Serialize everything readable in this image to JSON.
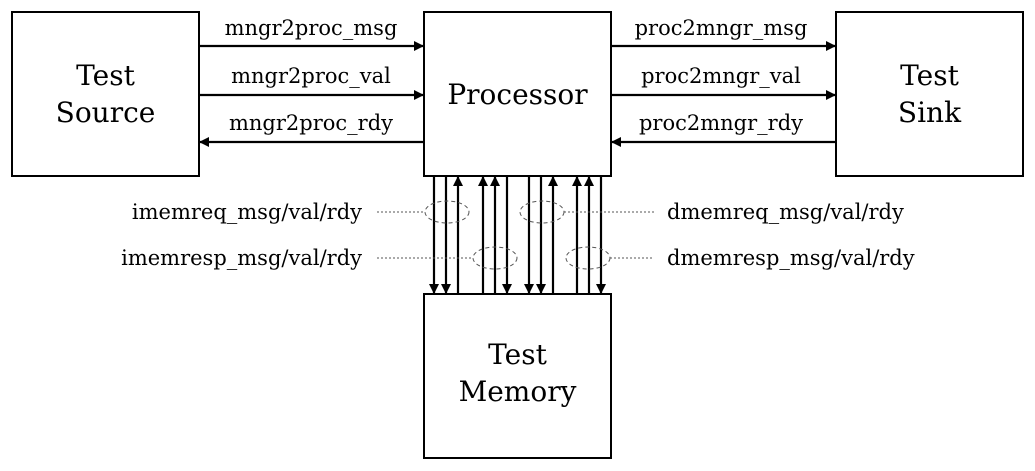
{
  "blocks": {
    "source": {
      "line1": "Test",
      "line2": "Source"
    },
    "processor": {
      "label": "Processor"
    },
    "sink": {
      "line1": "Test",
      "line2": "Sink"
    },
    "memory": {
      "line1": "Test",
      "line2": "Memory"
    }
  },
  "signals": {
    "mngr2proc_msg": "mngr2proc_msg",
    "mngr2proc_val": "mngr2proc_val",
    "mngr2proc_rdy": "mngr2proc_rdy",
    "proc2mngr_msg": "proc2mngr_msg",
    "proc2mngr_val": "proc2mngr_val",
    "proc2mngr_rdy": "proc2mngr_rdy",
    "imemreq": "imemreq_msg/val/rdy",
    "imemresp": "imemresp_msg/val/rdy",
    "dmemreq": "dmemreq_msg/val/rdy",
    "dmemresp": "dmemresp_msg/val/rdy"
  }
}
